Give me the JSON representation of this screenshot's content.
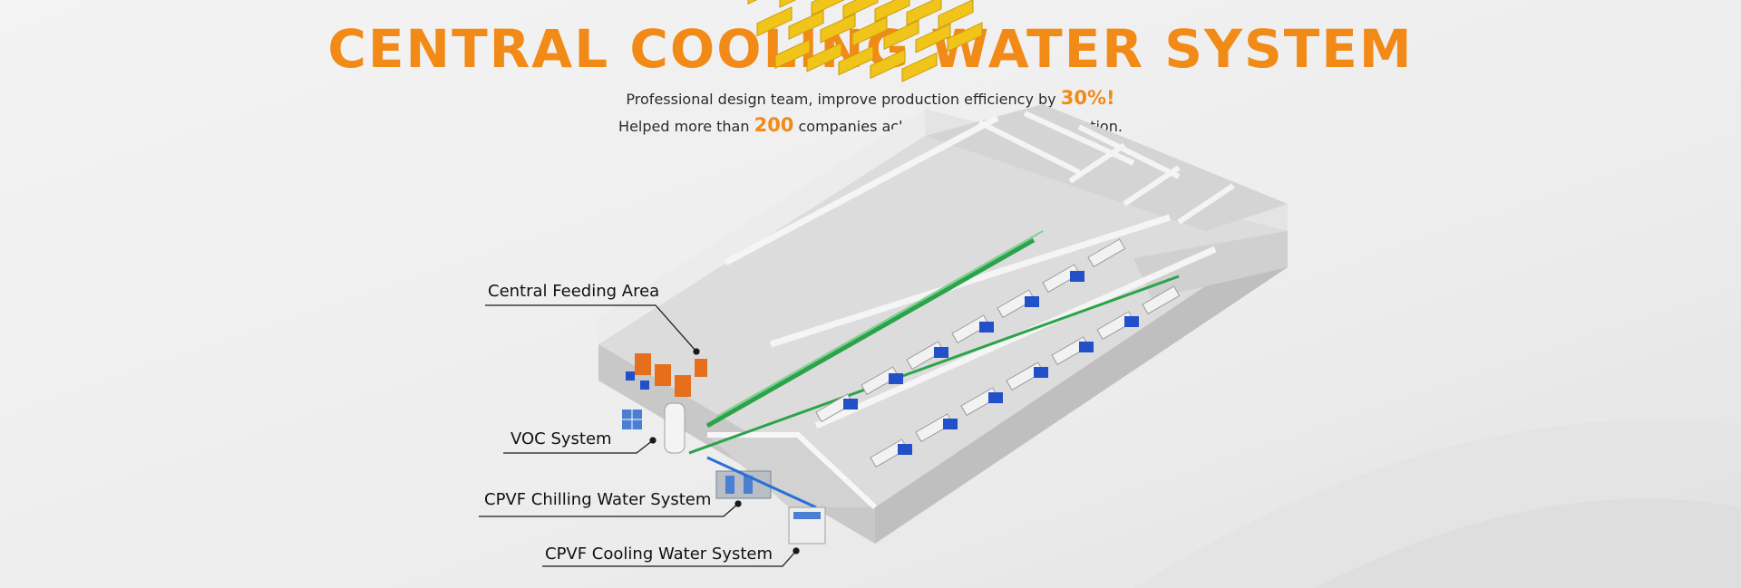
{
  "header": {
    "title": "CENTRAL COOLING WATER SYSTEM",
    "line1_pre": "Professional design team, improve production efficiency by ",
    "line1_highlight": "30%!",
    "line2_pre": "Helped more than ",
    "line2_highlight": "200",
    "line2_post": " companies achieve personalized production."
  },
  "callouts": {
    "central_feeding": "Central Feeding Area",
    "voc": "VOC System",
    "chilling": "CPVF Chilling Water System",
    "cooling": "CPVF Cooling Water System"
  },
  "colors": {
    "accent": "#f28a17",
    "dryers": "#f0c419",
    "machines": "#2250c8",
    "pipe": "#2aa34a",
    "walls": "#e6e6e6"
  }
}
